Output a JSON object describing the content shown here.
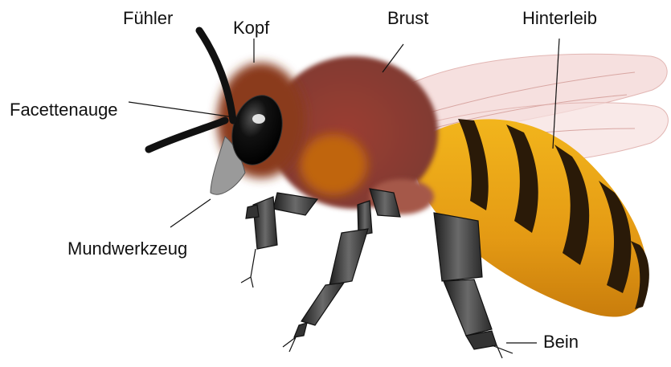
{
  "labels": {
    "antenna": "Fühler",
    "head": "Kopf",
    "thorax": "Brust",
    "abdomen": "Hinterleib",
    "compound_eye": "Facettenauge",
    "mouthparts": "Mundwerkzeug",
    "leg": "Bein"
  },
  "colors": {
    "head": "#8a3a1c",
    "thorax": "#8a3b30",
    "abdomen": "#e8a51a",
    "stripes": "#2a1a08",
    "legs": "#3a3a3a",
    "wings": "#f3d8d6",
    "eye": "#111111"
  }
}
